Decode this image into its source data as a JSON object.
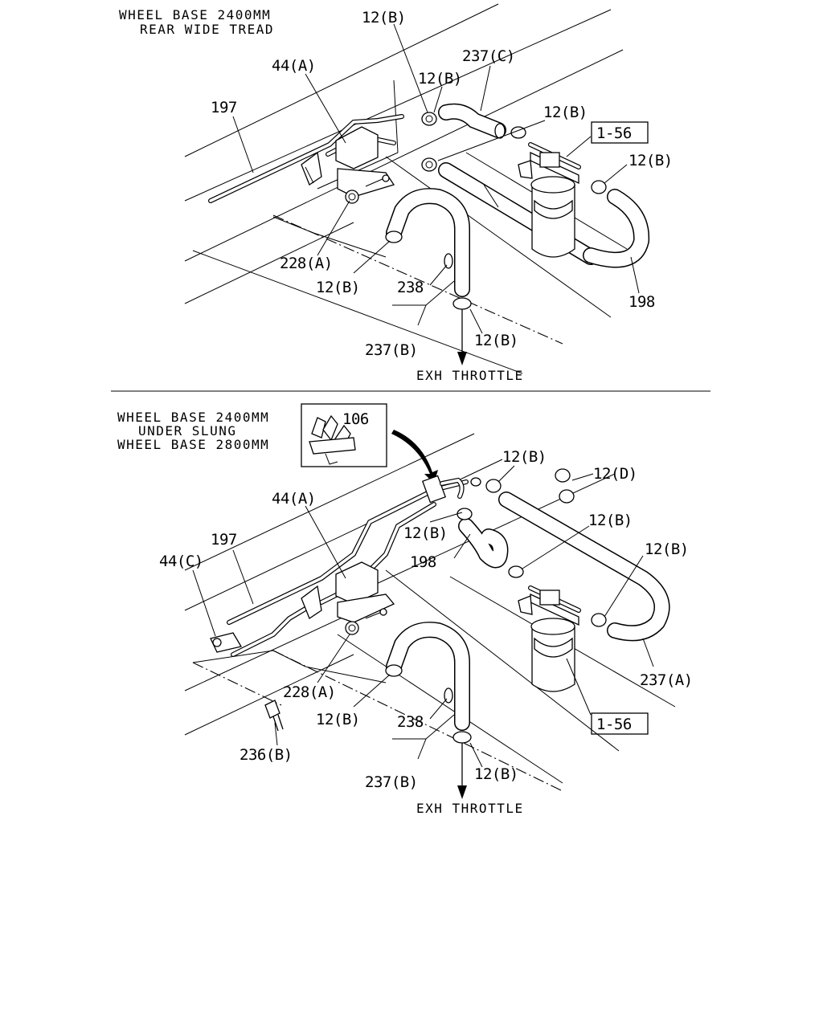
{
  "top_diagram": {
    "headers": [
      "WHEEL BASE 2400MM",
      "REAR WIDE TREAD"
    ],
    "callouts": {
      "c12b_top": "12(B)",
      "c237c": "237(C)",
      "c12b_a": "12(B)",
      "c44a": "44(A)",
      "c197": "197",
      "c12b_b": "12(B)",
      "ref_1_56": "1-56",
      "c12b_c": "12(B)",
      "c228a": "228(A)",
      "c12b_d": "12(B)",
      "c238": "238",
      "c198": "198",
      "c237b": "237(B)",
      "c12b_e": "12(B)",
      "exh": "EXH THROTTLE"
    }
  },
  "bottom_diagram": {
    "headers": [
      "WHEEL BASE 2400MM",
      "UNDER SLUNG",
      "WHEEL BASE 2800MM"
    ],
    "callouts": {
      "c106": "106",
      "c12b_a": "12(B)",
      "c12d": "12(D)",
      "c44a": "44(A)",
      "c12b_b": "12(B)",
      "c197": "197",
      "c198": "198",
      "c12b_c": "12(B)",
      "c44c": "44(C)",
      "c12b_d": "12(B)",
      "c237a": "237(A)",
      "c228a": "228(A)",
      "c12b_e": "12(B)",
      "ref_1_56": "1-56",
      "c238": "238",
      "c236b": "236(B)",
      "c237b": "237(B)",
      "c12b_f": "12(B)",
      "exh": "EXH THROTTLE"
    }
  }
}
